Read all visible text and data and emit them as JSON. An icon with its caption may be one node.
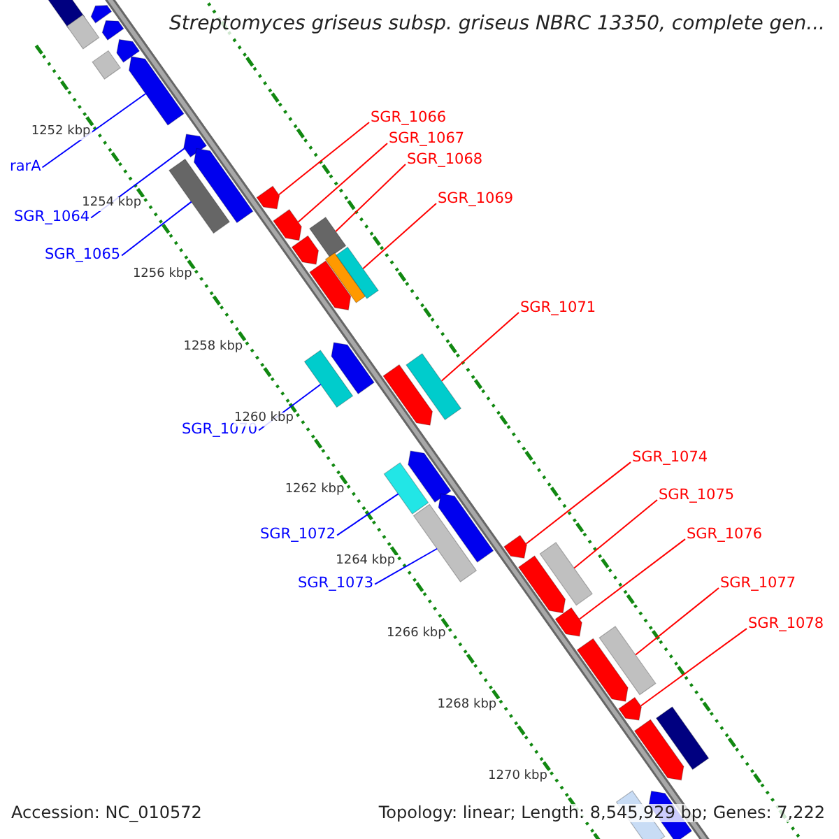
{
  "diagram": {
    "title": "Streptomyces griseus subsp. griseus NBRC 13350, complete gen...",
    "nodes": [
      {
        "text": [
          "SGR_1066"
        ]
      },
      {
        "text": [
          "SGR_1067"
        ]
      },
      {
        "text": [
          "SGR_1068"
        ]
      },
      {
        "text": [
          "rarA"
        ]
      },
      {
        "text": [
          "SGR_1069"
        ]
      },
      {
        "text": [
          "SGR_1064"
        ]
      },
      {
        "text": [
          "SGR_1065"
        ]
      },
      {
        "text": [
          "SGR_1071"
        ]
      },
      {
        "text": [
          "SGR_1070"
        ]
      },
      {
        "text": [
          "SGR_1074"
        ]
      },
      {
        "text": [
          "SGR_1075"
        ]
      },
      {
        "text": [
          "SGR_1072"
        ]
      },
      {
        "text": [
          "SGR_1076"
        ]
      },
      {
        "text": [
          "SGR_1073"
        ]
      },
      {
        "text": [
          "SGR_1077"
        ]
      },
      {
        "text": [
          "SGR_1078"
        ]
      },
      {
        "text": [],
        "shape": "bar"
      },
      {
        "text": [],
        "shape": "arrow"
      },
      {
        "text": [],
        "shape": "bar"
      },
      {
        "text": [],
        "shape": "arrow"
      },
      {
        "text": [],
        "shape": "arrow"
      },
      {
        "text": [],
        "shape": "bar"
      },
      {
        "text": [],
        "shape": "arrow"
      },
      {
        "text": [],
        "shape": "arrow"
      },
      {
        "text": [],
        "shape": "arrow"
      },
      {
        "text": [],
        "shape": "bar"
      },
      {
        "text": [],
        "shape": "arrow"
      },
      {
        "text": [],
        "shape": "arrow"
      },
      {
        "text": [],
        "shape": "arrow"
      },
      {
        "text": [],
        "shape": "bar"
      },
      {
        "text": [],
        "shape": "arrow"
      },
      {
        "text": [],
        "shape": "bar"
      },
      {
        "text": [],
        "shape": "bar"
      },
      {
        "text": [],
        "shape": "bar"
      },
      {
        "text": [],
        "shape": "arrow"
      },
      {
        "text": [],
        "shape": "arrow"
      },
      {
        "text": [],
        "shape": "bar"
      },
      {
        "text": [],
        "shape": "bar"
      },
      {
        "text": [],
        "shape": "bar"
      },
      {
        "text": [],
        "shape": "arrow"
      },
      {
        "text": [],
        "shape": "arrow"
      },
      {
        "text": [],
        "shape": "arrow"
      },
      {
        "text": [],
        "shape": "bar"
      },
      {
        "text": [],
        "shape": "arrow"
      },
      {
        "text": [],
        "shape": "arrow"
      },
      {
        "text": [],
        "shape": "arrow"
      },
      {
        "text": [],
        "shape": "bar"
      },
      {
        "text": [],
        "shape": "arrow"
      },
      {
        "text": [],
        "shape": "arrow"
      },
      {
        "text": [],
        "shape": "bar"
      },
      {
        "text": [],
        "shape": "arrow"
      },
      {
        "text": [],
        "shape": "bar"
      }
    ],
    "edges": [
      {
        "from": 0,
        "to": 26,
        "arrow": "none"
      },
      {
        "from": 1,
        "to": 27,
        "arrow": "none"
      },
      {
        "from": 2,
        "to": 29,
        "arrow": "none"
      },
      {
        "from": 3,
        "to": 22,
        "arrow": "none",
        "color": "#0000ff"
      },
      {
        "from": 4,
        "to": 32,
        "arrow": "none"
      },
      {
        "from": 5,
        "to": 23,
        "arrow": "none",
        "color": "#0000ff"
      },
      {
        "from": 6,
        "to": 25,
        "arrow": "none",
        "color": "#0000ff"
      },
      {
        "from": 7,
        "to": 36,
        "arrow": "none"
      },
      {
        "from": 8,
        "to": 33,
        "arrow": "none",
        "color": "#0000ff"
      },
      {
        "from": 9,
        "to": 41,
        "arrow": "none"
      },
      {
        "from": 10,
        "to": 42,
        "arrow": "none"
      },
      {
        "from": 11,
        "to": 37,
        "arrow": "none",
        "color": "#0000ff"
      },
      {
        "from": 12,
        "to": 44,
        "arrow": "none"
      },
      {
        "from": 13,
        "to": 38,
        "arrow": "none",
        "color": "#0000ff"
      },
      {
        "from": 14,
        "to": 46,
        "arrow": "none"
      },
      {
        "from": 15,
        "to": 47,
        "arrow": "none"
      }
    ],
    "labels": [
      "1252 kbp",
      "1254 kbp",
      "1256 kbp",
      "1258 kbp",
      "1260 kbp",
      "1262 kbp",
      "1264 kbp",
      "1266 kbp",
      "1268 kbp",
      "1270 kbp",
      "Accession: NC_010572",
      "Topology: linear; Length: 8,545,929 bp; Genes: 7,222"
    ]
  }
}
